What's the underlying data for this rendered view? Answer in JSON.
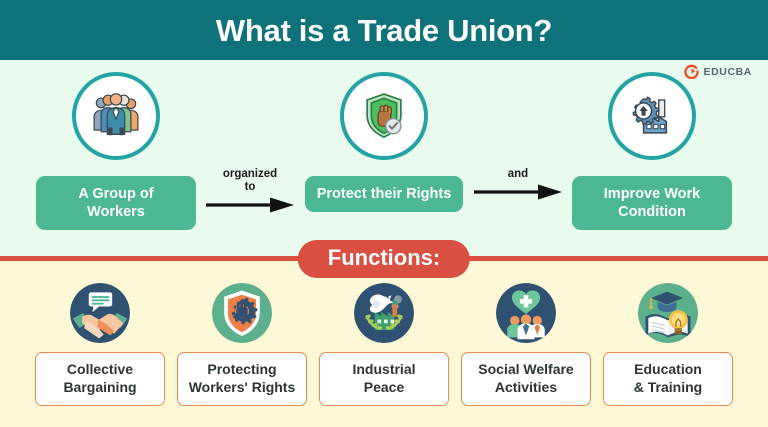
{
  "header": {
    "title": "What is a Trade Union?",
    "background": "#0d7279"
  },
  "brand": {
    "name": "EDUCBA",
    "mark_icon": "educba-logo-icon",
    "mark_color": "#f04e23"
  },
  "flow": {
    "nodes": [
      {
        "label": "A Group of Workers",
        "icon": "group-of-people-icon"
      },
      {
        "label": "Protect their Rights",
        "icon": "shield-fist-check-icon"
      },
      {
        "label": "Improve Work Condition",
        "icon": "gear-arrow-factory-icon"
      }
    ],
    "arrows": [
      {
        "label": "organized\nto",
        "line1": "organized",
        "line2": "to",
        "icon": "right-arrow-icon"
      },
      {
        "label": "and",
        "line1": "and",
        "line2": "",
        "icon": "right-arrow-icon"
      }
    ],
    "pill_color": "#4cb893",
    "ring_color": "#23a3a3"
  },
  "functions": {
    "banner_label": "Functions:",
    "banner_color": "#d94f42",
    "items": [
      {
        "label": "Collective Bargaining",
        "line1": "Collective",
        "line2": "Bargaining",
        "icon": "handshake-speech-bubble-icon",
        "circle_color": "#2f5272"
      },
      {
        "label": "Protecting Workers' Rights",
        "line1": "Protecting",
        "line2": "Workers' Rights",
        "icon": "shield-fist-gear-icon",
        "circle_color": "#5cb08c"
      },
      {
        "label": "Industrial Peace",
        "line1": "Industrial",
        "line2": "Peace",
        "icon": "dove-factory-laurel-icon",
        "circle_color": "#2f5272"
      },
      {
        "label": "Social Welfare Activities",
        "line1": "Social Welfare",
        "line2": "Activities",
        "icon": "heart-cross-people-icon",
        "circle_color": "#2f5272"
      },
      {
        "label": "Education & Training",
        "line1": "Education",
        "line2": "& Training",
        "icon": "graduation-book-bulb-icon",
        "circle_color": "#5cb08c"
      }
    ],
    "card_border_color": "#e98b4e"
  },
  "sections": {
    "top_background": "#e9fbee",
    "bottom_background": "#fdf8d5",
    "divider_color": "#d94f42"
  }
}
